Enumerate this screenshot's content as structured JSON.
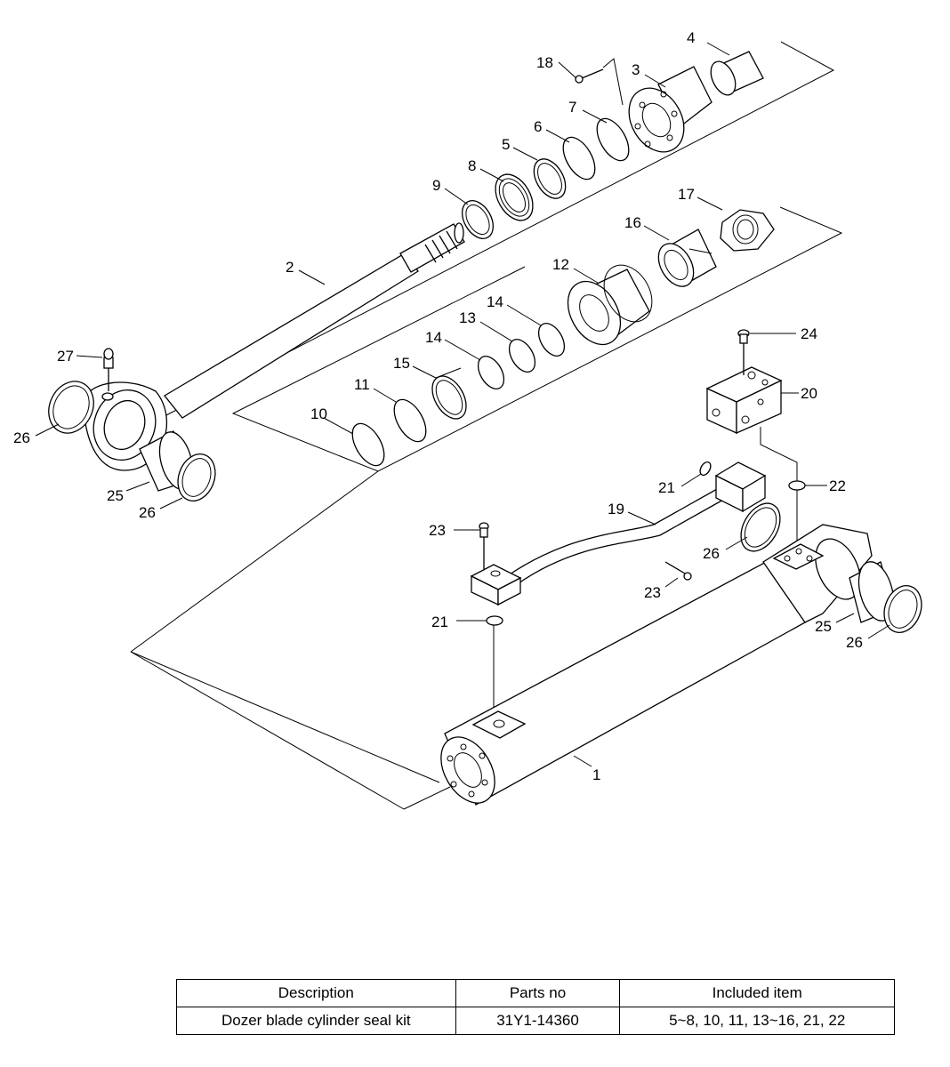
{
  "callouts": [
    {
      "id": "c1",
      "label": "1"
    },
    {
      "id": "c2",
      "label": "2"
    },
    {
      "id": "c3",
      "label": "3"
    },
    {
      "id": "c4",
      "label": "4"
    },
    {
      "id": "c5",
      "label": "5"
    },
    {
      "id": "c6",
      "label": "6"
    },
    {
      "id": "c7",
      "label": "7"
    },
    {
      "id": "c8",
      "label": "8"
    },
    {
      "id": "c9",
      "label": "9"
    },
    {
      "id": "c10",
      "label": "10"
    },
    {
      "id": "c11",
      "label": "11"
    },
    {
      "id": "c12",
      "label": "12"
    },
    {
      "id": "c13",
      "label": "13"
    },
    {
      "id": "c14a",
      "label": "14"
    },
    {
      "id": "c14b",
      "label": "14"
    },
    {
      "id": "c15",
      "label": "15"
    },
    {
      "id": "c16",
      "label": "16"
    },
    {
      "id": "c17",
      "label": "17"
    },
    {
      "id": "c18",
      "label": "18"
    },
    {
      "id": "c19",
      "label": "19"
    },
    {
      "id": "c20",
      "label": "20"
    },
    {
      "id": "c21a",
      "label": "21"
    },
    {
      "id": "c21b",
      "label": "21"
    },
    {
      "id": "c22",
      "label": "22"
    },
    {
      "id": "c23a",
      "label": "23"
    },
    {
      "id": "c23b",
      "label": "23"
    },
    {
      "id": "c24",
      "label": "24"
    },
    {
      "id": "c25a",
      "label": "25"
    },
    {
      "id": "c25b",
      "label": "25"
    },
    {
      "id": "c26a",
      "label": "26"
    },
    {
      "id": "c26b",
      "label": "26"
    },
    {
      "id": "c26c",
      "label": "26"
    },
    {
      "id": "c26d",
      "label": "26"
    },
    {
      "id": "c27",
      "label": "27"
    }
  ],
  "table": {
    "headers": [
      "Description",
      "Parts no",
      "Included item"
    ],
    "rows": [
      [
        "Dozer blade  cylinder seal kit",
        "31Y1-14360",
        "5~8, 10, 11, 13~16, 21, 22"
      ]
    ]
  }
}
